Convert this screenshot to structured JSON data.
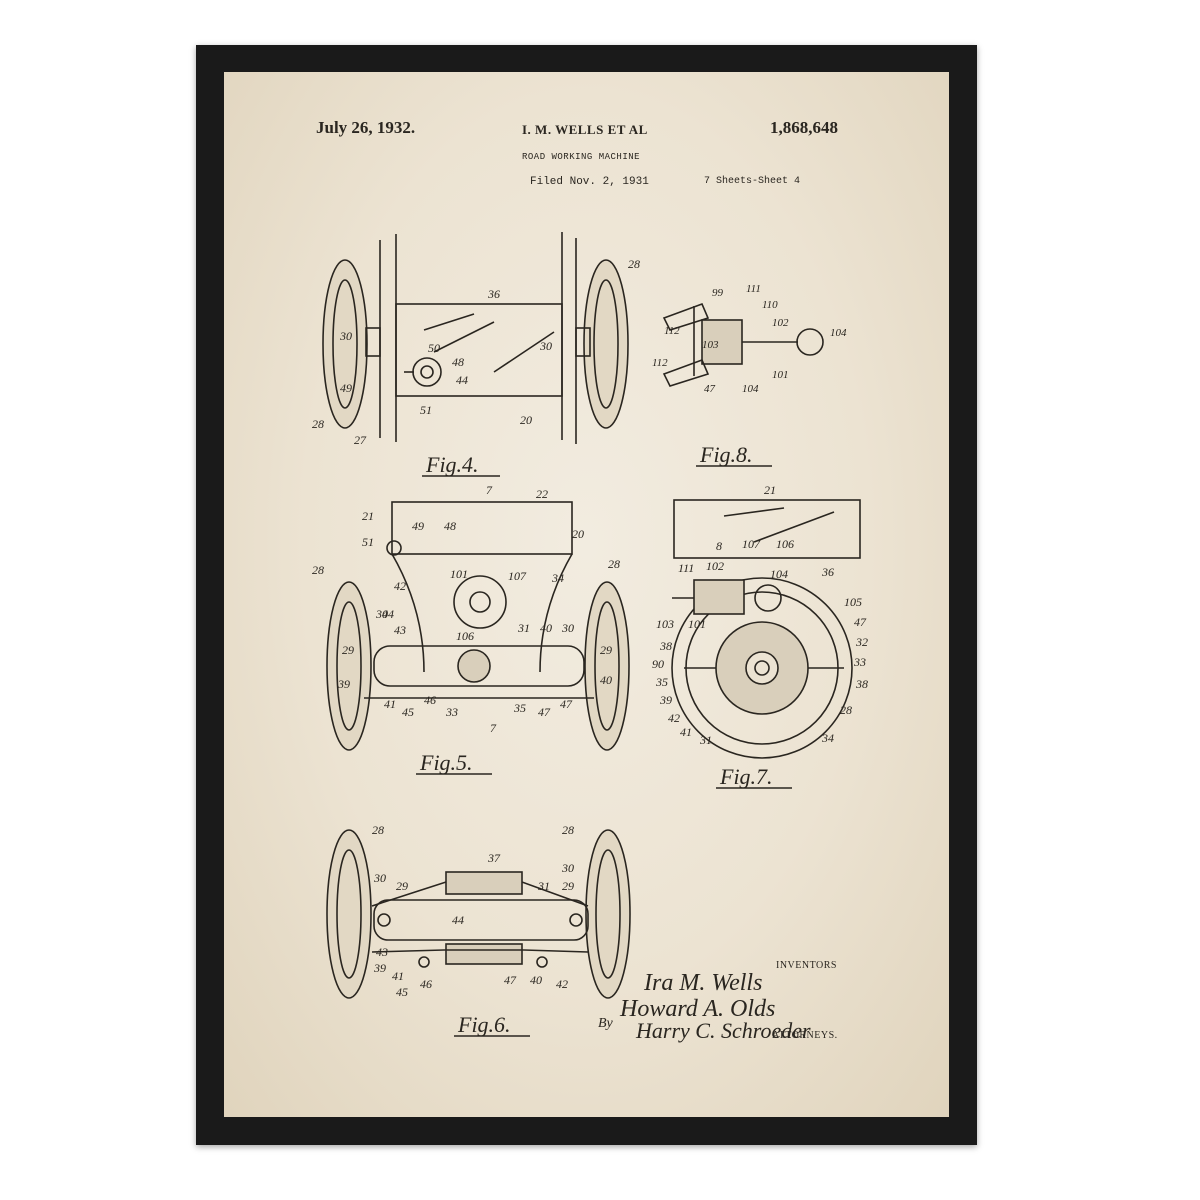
{
  "poster": {
    "header": {
      "date": "July 26, 1932.",
      "inventor": "I. M. WELLS ET AL",
      "patent_number": "1,868,648",
      "title": "ROAD WORKING MACHINE",
      "filed": "Filed Nov. 2, 1931",
      "sheets": "7 Sheets-Sheet 4"
    },
    "figures": {
      "fig4": "Fig.4.",
      "fig8": "Fig.8.",
      "fig5": "Fig.5.",
      "fig7": "Fig.7.",
      "fig6": "Fig.6."
    },
    "signature_block": {
      "inventors_label": "INVENTORS",
      "by_label": "By",
      "attorneys_label": "ATTORNEYS.",
      "signature_1": "Ira M. Wells",
      "signature_2": "Howard A. Olds",
      "signature_3": "Harry C. Schroeder"
    },
    "colors": {
      "frame": "#1a1a1a",
      "paper": "#ece3d2",
      "ink": "#2a2620"
    }
  }
}
